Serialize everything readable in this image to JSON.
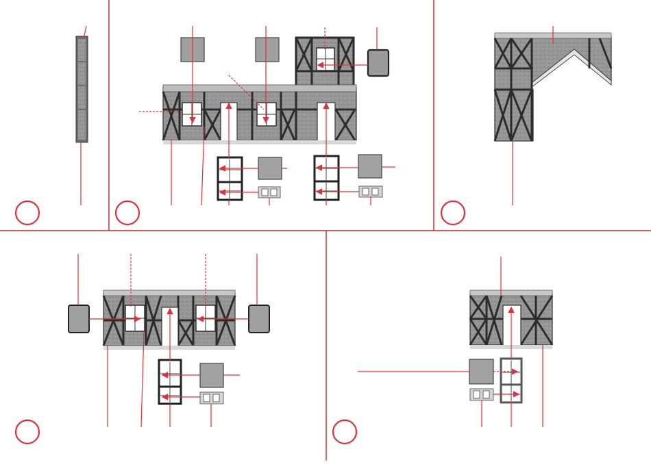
{
  "title": "",
  "panels": [
    {
      "id": "strip",
      "step_label": ""
    },
    {
      "id": "main-facade",
      "step_label": ""
    },
    {
      "id": "corner-wall",
      "step_label": ""
    },
    {
      "id": "lower-facade",
      "step_label": ""
    },
    {
      "id": "small-facade",
      "step_label": ""
    }
  ],
  "colors": {
    "accent": "#e03038",
    "divider": "#c8262e",
    "wall": "#8a8a8a",
    "timber": "#2c2c2c",
    "plaster": "#d0d0d0",
    "glass": "#ffffff"
  },
  "icons": {
    "step_marker": "red-circle-icon",
    "arrow": "red-arrow-icon"
  }
}
